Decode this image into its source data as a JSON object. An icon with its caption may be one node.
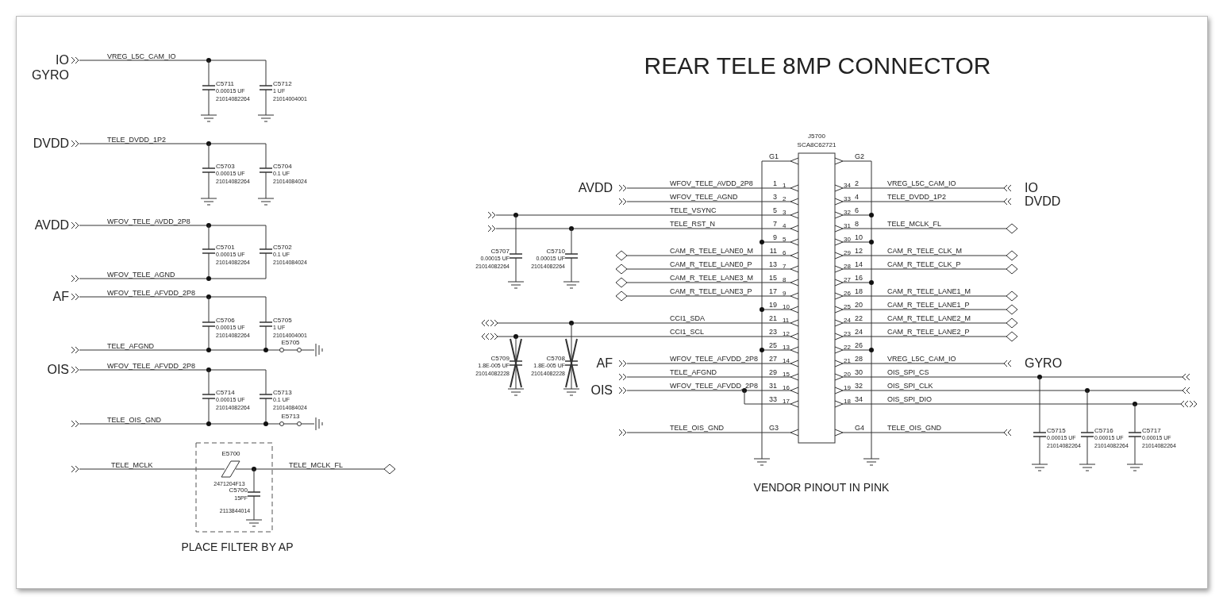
{
  "diagram": {
    "title": "REAR TELE 8MP CONNECTOR",
    "labels": [
      "IO",
      "GYRO",
      "VREG_L5C_CAM_IO",
      "C5711",
      "0.00015 UF",
      "21014082264",
      "C5712",
      "1 UF",
      "21014004001",
      "DVDD",
      "TELE_DVDD_1P2",
      "C5703",
      "0.00015 UF",
      "21014082264",
      "C5704",
      "0.1 UF",
      "21014084024",
      "AVDD",
      "WFOV_TELE_AVDD_2P8",
      "C5701",
      "0.00015 UF",
      "21014082264",
      "C5702",
      "0.1 UF",
      "21014084024",
      "WFOV_TELE_AGND",
      "AF",
      "WFOV_TELE_AFVDD_2P8",
      "C5706",
      "0.00015 UF",
      "21014082264",
      "C5705",
      "1 UF",
      "21014004001",
      "TELE_AFGND",
      "E5705",
      "OIS",
      "WFOV_TELE_AFVDD_2P8",
      "C5714",
      "0.00015 UF",
      "21014082264",
      "C5713",
      "0.1 UF",
      "21014084024",
      "TELE_OIS_GND",
      "E5713",
      "TELE_MCLK",
      "E5700",
      "2471204F13",
      "TELE_MCLK_FL",
      "C5700",
      "15PF",
      "2113844014",
      "PLACE FILTER BY AP",
      "J5700",
      "SCA8C62721",
      "G1",
      "G2",
      "AVDD",
      "WFOV_TELE_AVDD_2P8",
      "1",
      "1",
      "34",
      "2",
      "VREG_L5C_CAM_IO",
      "IO",
      "WFOV_TELE_AGND",
      "3",
      "2",
      "33",
      "4",
      "TELE_DVDD_1P2",
      "DVDD",
      "TELE_VSYNC",
      "5",
      "3",
      "32",
      "6",
      "TELE_RST_N",
      "7",
      "4",
      "31",
      "8",
      "TELE_MCLK_FL",
      "9",
      "5",
      "30",
      "10",
      "CAM_R_TELE_LANE0_M",
      "11",
      "6",
      "29",
      "12",
      "CAM_R_TELE_CLK_M",
      "CAM_R_TELE_LANE0_P",
      "13",
      "7",
      "28",
      "14",
      "CAM_R_TELE_CLK_P",
      "CAM_R_TELE_LANE3_M",
      "15",
      "8",
      "27",
      "16",
      "CAM_R_TELE_LANE3_P",
      "17",
      "9",
      "26",
      "18",
      "CAM_R_TELE_LANE1_M",
      "19",
      "10",
      "25",
      "20",
      "CAM_R_TELE_LANE1_P",
      "CCI1_SDA",
      "21",
      "11",
      "24",
      "22",
      "CAM_R_TELE_LANE2_M",
      "CCI1_SCL",
      "23",
      "12",
      "23",
      "24",
      "CAM_R_TELE_LANE2_P",
      "25",
      "13",
      "22",
      "26",
      "AF",
      "WFOV_TELE_AFVDD_2P8",
      "27",
      "14",
      "21",
      "28",
      "VREG_L5C_CAM_IO",
      "GYRO",
      "TELE_AFGND",
      "29",
      "15",
      "20",
      "30",
      "OIS_SPI_CS",
      "OIS",
      "WFOV_TELE_AFVDD_2P8",
      "31",
      "16",
      "19",
      "32",
      "OIS_SPI_CLK",
      "33",
      "17",
      "18",
      "34",
      "OIS_SPI_DIO",
      "TELE_OIS_GND",
      "G3",
      "G4",
      "TELE_OIS_GND",
      "C5707",
      "0.00015 UF",
      "21014082264",
      "C5710",
      "0.00015 UF",
      "21014082264",
      "C5709",
      "1.8E-005 UF",
      "21014082228",
      "C5708",
      "1.8E-005 UF",
      "21014082228",
      "C5715",
      "0.00015 UF",
      "21014082264",
      "C5716",
      "0.00015 UF",
      "21014082264",
      "C5717",
      "0.00015 UF",
      "21014082264",
      "VENDOR PINOUT IN PINK"
    ]
  }
}
